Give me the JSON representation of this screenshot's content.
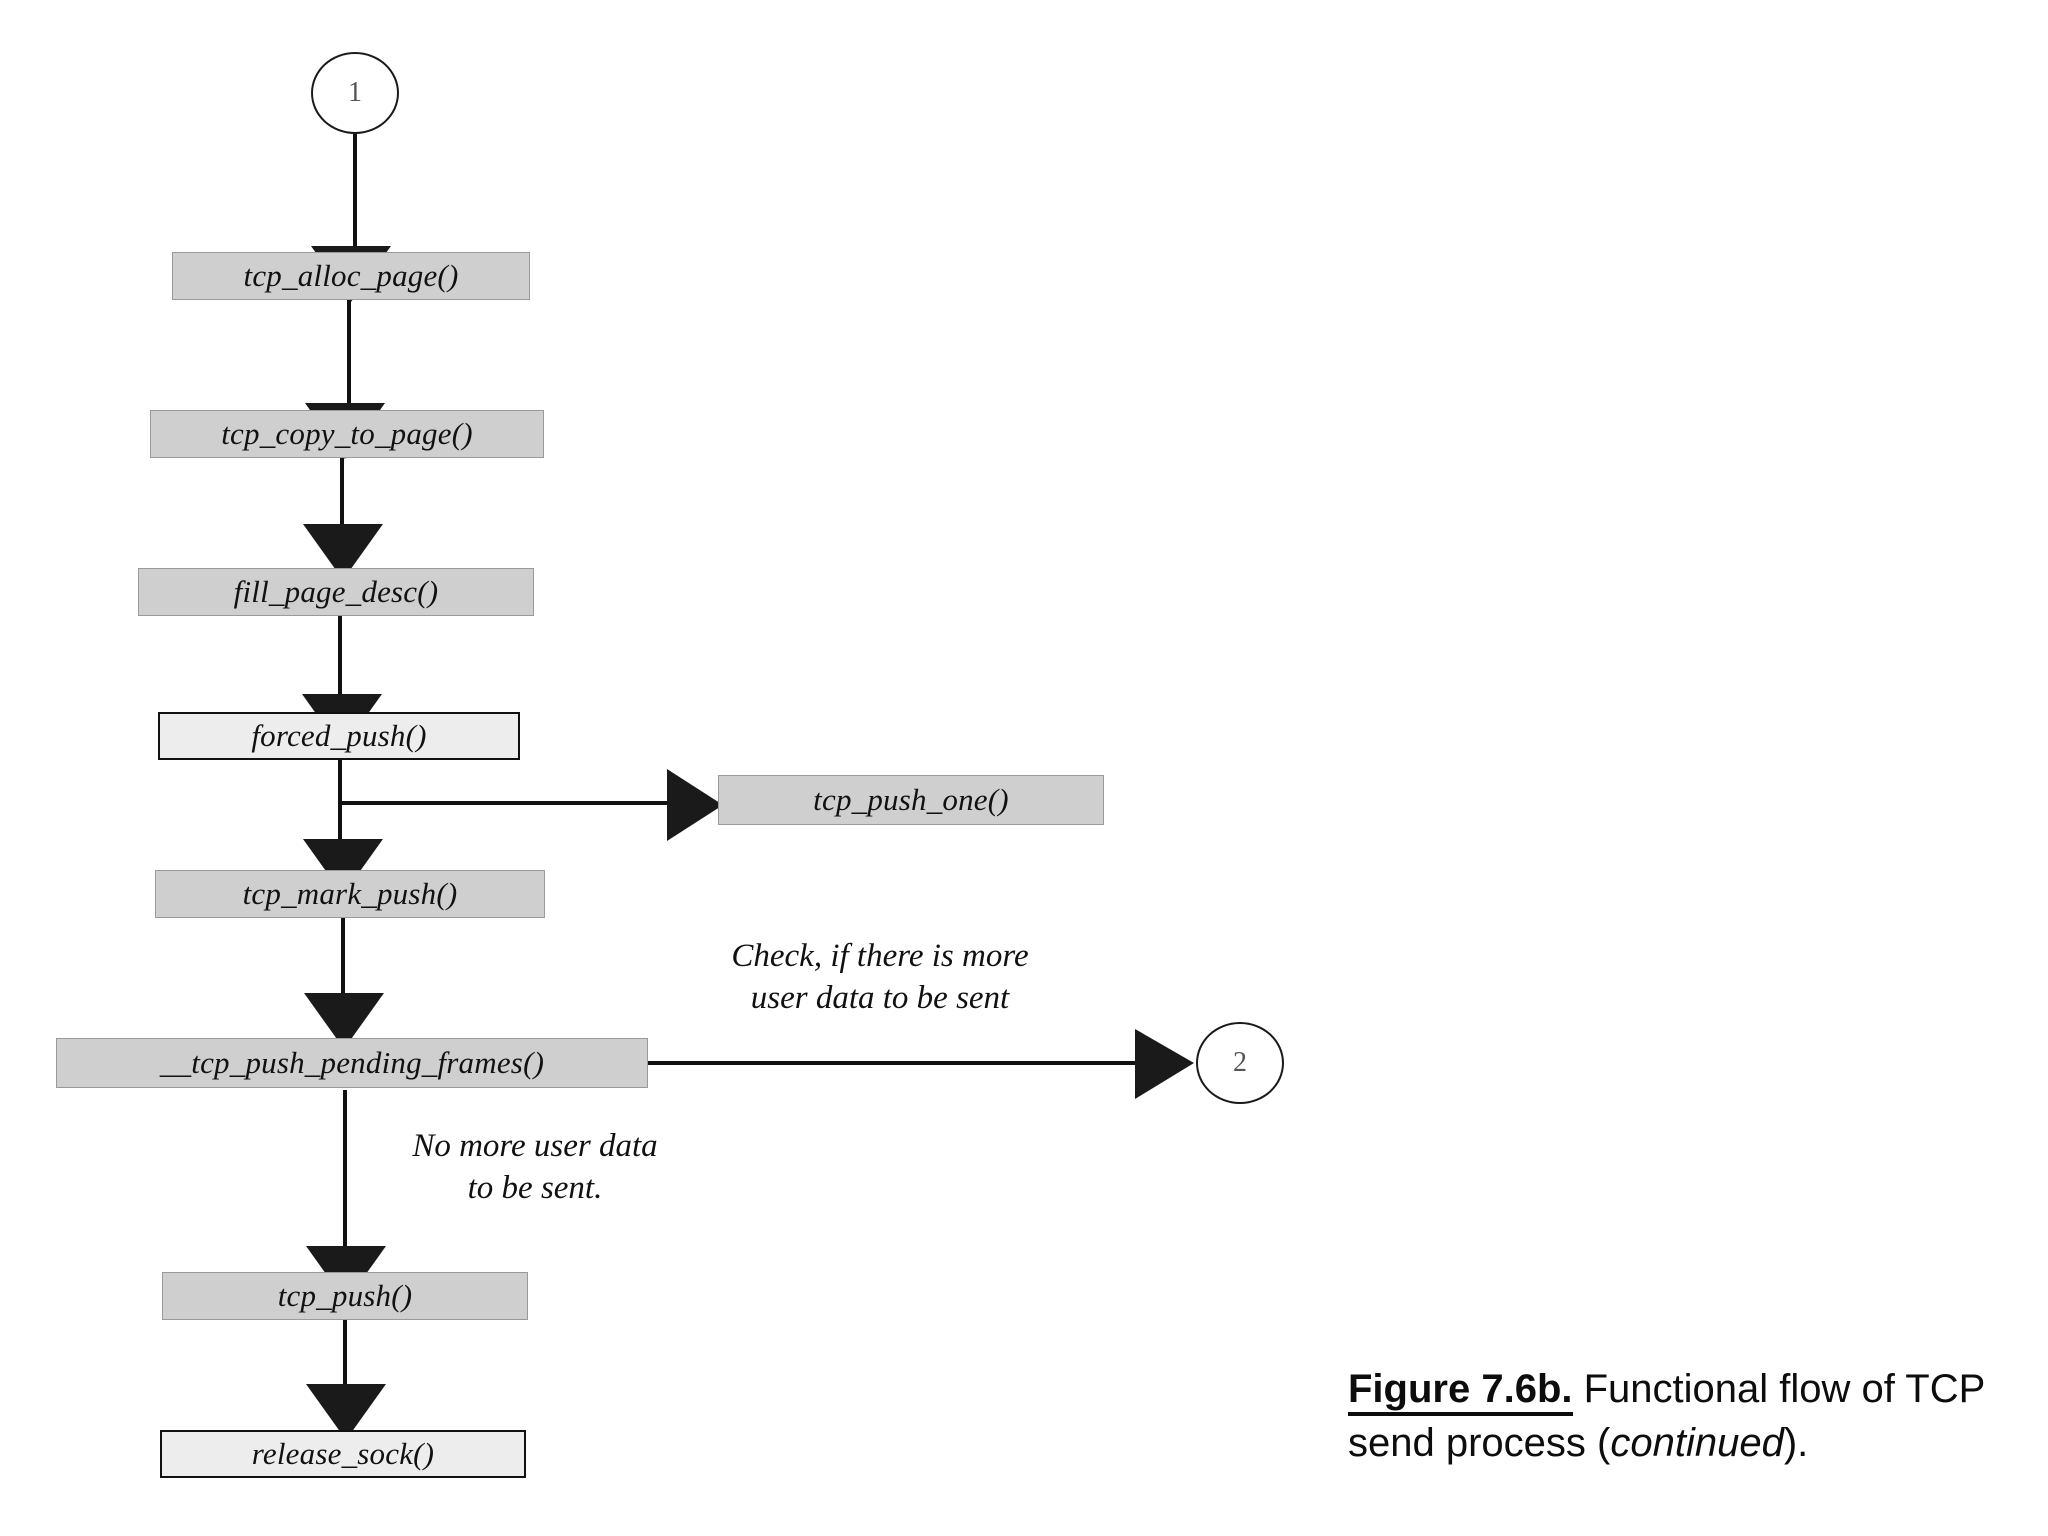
{
  "figure": {
    "caption_label": "Figure 7.6b.",
    "caption_text_before": " Functional flow of TCP send process (",
    "caption_emphasis": "continued",
    "caption_text_after": ")."
  },
  "diagram": {
    "type": "flowchart",
    "connectors": [
      {
        "id": "conn-1",
        "label": "1",
        "role": "entry-from-previous-page"
      },
      {
        "id": "conn-2",
        "label": "2",
        "role": "exit-to-next-page"
      }
    ],
    "nodes": [
      {
        "id": "tcp-alloc-page",
        "label": "tcp_alloc_page()",
        "style": "gray"
      },
      {
        "id": "tcp-copy-to-page",
        "label": "tcp_copy_to_page()",
        "style": "gray"
      },
      {
        "id": "fill-page-desc",
        "label": "fill_page_desc()",
        "style": "gray"
      },
      {
        "id": "forced-push",
        "label": "forced_push()",
        "style": "light"
      },
      {
        "id": "tcp-push-one",
        "label": "tcp_push_one()",
        "style": "gray"
      },
      {
        "id": "tcp-mark-push",
        "label": "tcp_mark_push()",
        "style": "gray"
      },
      {
        "id": "tcp-push-pending-frames",
        "label": "__tcp_push_pending_frames()",
        "style": "gray"
      },
      {
        "id": "tcp-push",
        "label": "tcp_push()",
        "style": "gray"
      },
      {
        "id": "release-sock",
        "label": "release_sock()",
        "style": "light"
      }
    ],
    "edge_labels": [
      {
        "id": "check-more-data",
        "line1": "Check, if there is more",
        "line2": "user data to be sent"
      },
      {
        "id": "no-more-data",
        "line1": "No more user data",
        "line2": "to be sent."
      }
    ],
    "edges": [
      {
        "from": "conn-1",
        "to": "tcp-alloc-page",
        "direction": "down"
      },
      {
        "from": "tcp-alloc-page",
        "to": "tcp-copy-to-page",
        "direction": "down"
      },
      {
        "from": "tcp-copy-to-page",
        "to": "fill-page-desc",
        "direction": "down"
      },
      {
        "from": "fill-page-desc",
        "to": "forced-push",
        "direction": "down"
      },
      {
        "from": "forced-push",
        "to": "tcp-push-one",
        "direction": "right"
      },
      {
        "from": "forced-push",
        "to": "tcp-mark-push",
        "direction": "down"
      },
      {
        "from": "tcp-mark-push",
        "to": "tcp-push-pending-frames",
        "direction": "down"
      },
      {
        "from": "tcp-push-pending-frames",
        "to": "conn-2",
        "direction": "right",
        "label": "check-more-data"
      },
      {
        "from": "tcp-push-pending-frames",
        "to": "tcp-push",
        "direction": "down",
        "label": "no-more-data"
      },
      {
        "from": "tcp-push",
        "to": "release-sock",
        "direction": "down"
      }
    ],
    "colors": {
      "box_gray_fill": "#cfcfcf",
      "box_gray_border": "#9a9a9a",
      "box_light_fill": "#ededed",
      "box_light_border": "#111111",
      "line": "#111111",
      "background": "#ffffff"
    }
  }
}
